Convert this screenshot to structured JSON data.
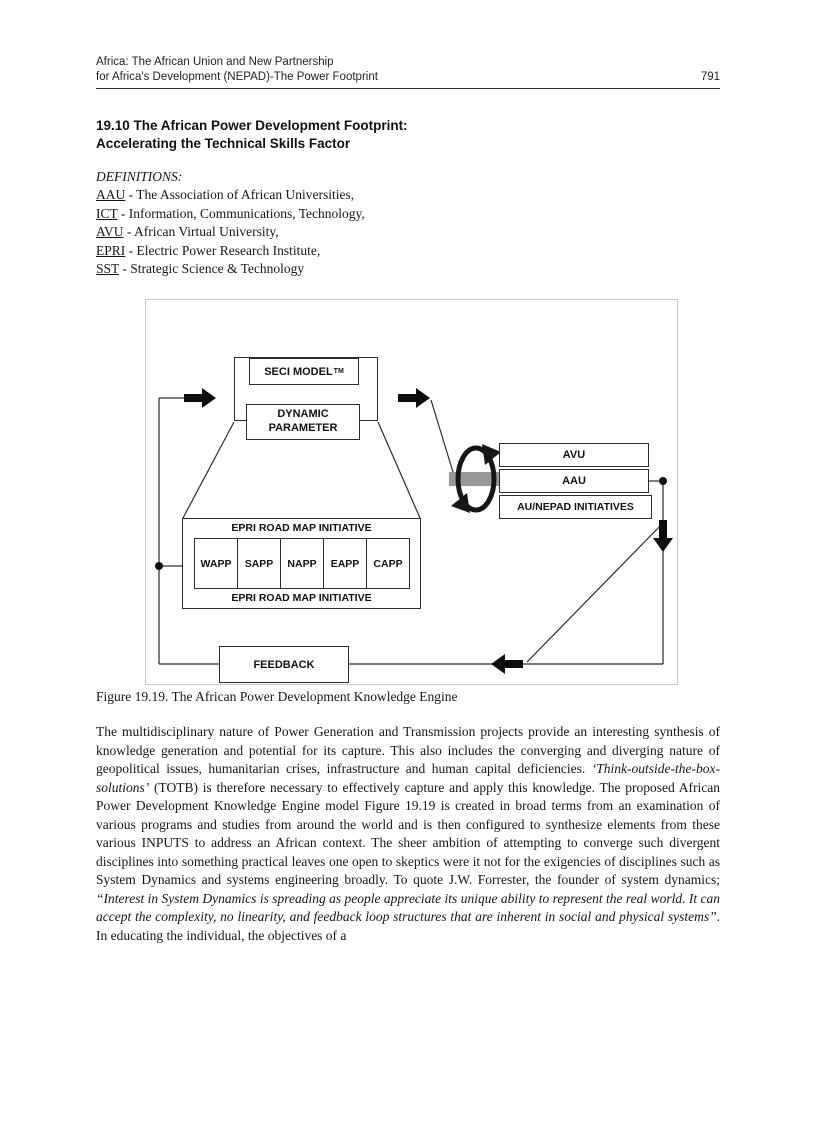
{
  "header": {
    "line1": "Africa: The African Union and New Partnership",
    "line2": "for Africa's Development (NEPAD)-The Power Footprint",
    "page_number": "791"
  },
  "section_heading": {
    "line1": "19.10 The African Power Development Footprint:",
    "line2": "Accelerating the Technical Skills Factor"
  },
  "definitions": {
    "title": "DEFINITIONS:",
    "items": [
      {
        "abbr": "AAU",
        "text": "- The Association of African Universities,"
      },
      {
        "abbr": "ICT",
        "text": "- Information, Communications, Technology,"
      },
      {
        "abbr": "AVU",
        "text": "- African Virtual University,"
      },
      {
        "abbr": "EPRI",
        "text": "- Electric Power Research Institute,"
      },
      {
        "abbr": "SST",
        "text": "- Strategic Science & Technology"
      }
    ]
  },
  "diagram": {
    "seci_label": "SECI MODEL",
    "seci_superscript": "TM",
    "dynamic_line1": "DYNAMIC",
    "dynamic_line2": "PARAMETER",
    "avu_label": "AVU",
    "aau_label": "AAU",
    "au_nepad_label": "AU/NEPAD INITIATIVES",
    "epri_label_top": "EPRI ROAD MAP INITIATIVE",
    "epri_label_bottom": "EPRI ROAD MAP INITIATIVE",
    "power_pools": [
      "WAPP",
      "SAPP",
      "NAPP",
      "EAPP",
      "CAPP"
    ],
    "feedback_label": "FEEDBACK",
    "icons": [
      "input-arrow-icon",
      "output-arrow-icon",
      "knowledge-cycle-icon",
      "down-arrow-icon",
      "feedback-arrow-icon"
    ],
    "colors": {
      "line": "#2b2b2b",
      "band_gray": "#999999",
      "arrow_black": "#0d0d0d"
    }
  },
  "figure_caption": "Figure 19.19. The African Power Development Knowledge Engine",
  "body_paragraph": {
    "segments": [
      {
        "style": "normal",
        "text": "The multidisciplinary nature of Power Generation and Transmission projects provide an interesting synthesis of knowledge generation and potential for its capture. This also includes the converging and diverging nature of geopolitical issues, humanitarian crises, infrastructure and human capital deficiencies. "
      },
      {
        "style": "italic",
        "text": "‘Think-outside-the-box-solutions’"
      },
      {
        "style": "normal",
        "text": " (TOTB) is therefore necessary to effectively capture and apply this knowledge. The proposed African Power Development Knowledge Engine model Figure 19.19 is created in broad terms from an examination of various programs and studies from around the world and is then configured to synthesize elements from these various INPUTS to address an African context. The sheer ambition of attempting to converge such divergent disciplines into something practical leaves one open to skeptics were it not for the exigencies of disciplines such as System Dynamics and systems engineering broadly. To quote J.W. Forrester, the founder of system dynamics; "
      },
      {
        "style": "italic",
        "text": "“Interest in System Dynamics is spreading as people appreciate its unique ability to represent the real world. It can accept the complexity, no linearity, and feedback loop structures that are inherent in social and physical systems”"
      },
      {
        "style": "normal",
        "text": ". In educating the individual, the objectives of a"
      }
    ]
  }
}
